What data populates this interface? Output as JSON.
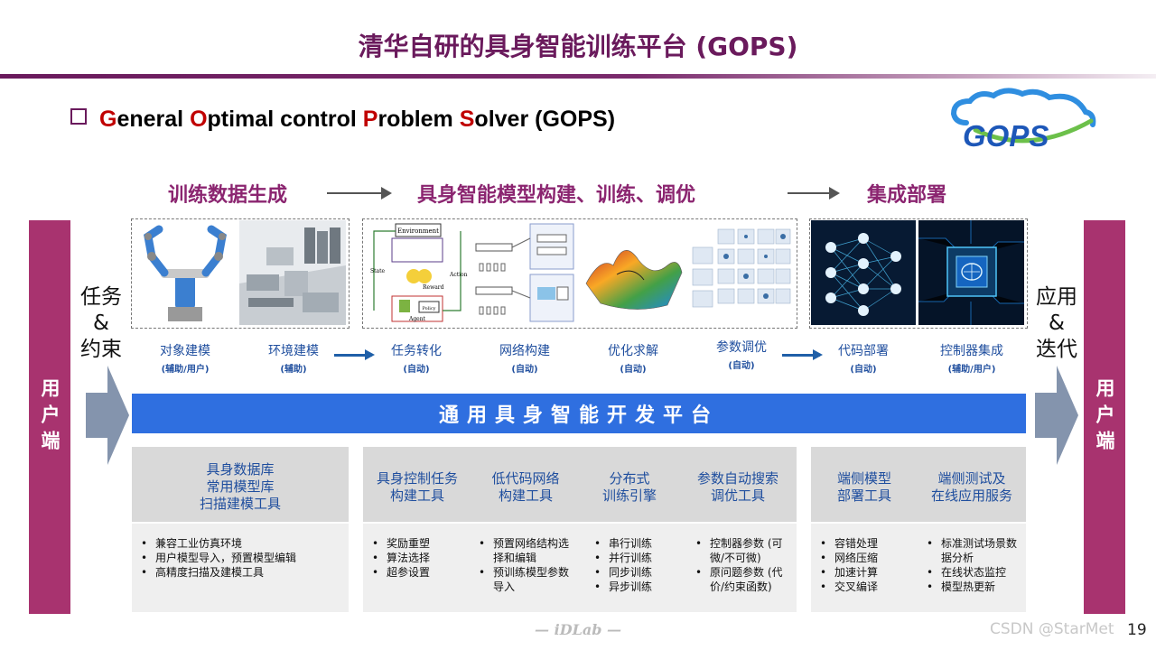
{
  "slide": {
    "title": "清华自研的具身智能训练平台 (GOPS)",
    "subtitle_parts": [
      "G",
      "eneral ",
      "O",
      "ptimal control ",
      "P",
      "roblem ",
      "S",
      "olver (GOPS)"
    ],
    "logo_text": "GOPS",
    "colors": {
      "title": "#6a1a5c",
      "accent_red": "#c00000",
      "sidebar": "#a8336f",
      "platform": "#2f6fe0",
      "label": "#1f4e9e"
    }
  },
  "stages": {
    "s1": "训练数据生成",
    "s2": "具身智能模型构建、训练、调优",
    "s3": "集成部署"
  },
  "side": {
    "left_bar": "用户端",
    "right_bar": "用户端",
    "left_text": [
      "任务",
      "&",
      "约束"
    ],
    "right_text": [
      "应用",
      "&",
      "迭代"
    ]
  },
  "steps": [
    {
      "main": "对象建模",
      "sub": "(辅助/用户)",
      "icon": "robot-arms-image"
    },
    {
      "main": "环境建模",
      "sub": "(辅助)",
      "icon": "factory-scene-image"
    },
    {
      "main": "任务转化",
      "sub": "(自动)",
      "icon": "rl-loop-diagram"
    },
    {
      "main": "网络构建",
      "sub": "(自动)",
      "icon": "network-diagram"
    },
    {
      "main": "优化求解",
      "sub": "(自动)",
      "icon": "optimization-surface"
    },
    {
      "main": "参数调优",
      "sub": "(自动)",
      "icon": "param-plots-grid"
    },
    {
      "main": "代码部署",
      "sub": "(自动)",
      "icon": "neural-net-image"
    },
    {
      "main": "控制器集成",
      "sub": "(辅助/用户)",
      "icon": "chip-image"
    }
  ],
  "diagram_text": {
    "environment": "Environment",
    "state": "State",
    "reward": "Reward",
    "action": "Action",
    "agent": "Agent",
    "policy": "Policy"
  },
  "platform": "通用具身智能开发平台",
  "tools": [
    {
      "title": [
        "具身数据库",
        "常用模型库",
        "扫描建模工具"
      ],
      "bullets": [
        "兼容工业仿真环境",
        "用户模型导入，预置模型编辑",
        "高精度扫描及建模工具"
      ]
    },
    {
      "title": [
        "具身控制任务",
        "构建工具"
      ],
      "bullets": [
        "奖励重塑",
        "算法选择",
        "超参设置"
      ]
    },
    {
      "title": [
        "低代码网络",
        "构建工具"
      ],
      "bullets": [
        "预置网络结构选择和编辑",
        "预训练模型参数导入"
      ]
    },
    {
      "title": [
        "分布式",
        "训练引擎"
      ],
      "bullets": [
        "串行训练",
        "并行训练",
        "同步训练",
        "异步训练"
      ]
    },
    {
      "title": [
        "参数自动搜索",
        "调优工具"
      ],
      "bullets": [
        "控制器参数 (可微/不可微)",
        "原问题参数 (代价/约束函数)"
      ]
    },
    {
      "title": [
        "端侧模型",
        "部署工具"
      ],
      "bullets": [
        "容错处理",
        "网络压缩",
        "加速计算",
        "交叉编译"
      ]
    },
    {
      "title": [
        "端侧测试及",
        "在线应用服务"
      ],
      "bullets": [
        "标准测试场景数据分析",
        "在线状态监控",
        "模型热更新"
      ]
    }
  ],
  "footer": "— iDLab —",
  "watermark": "CSDN @StarMet",
  "page_number": "19"
}
